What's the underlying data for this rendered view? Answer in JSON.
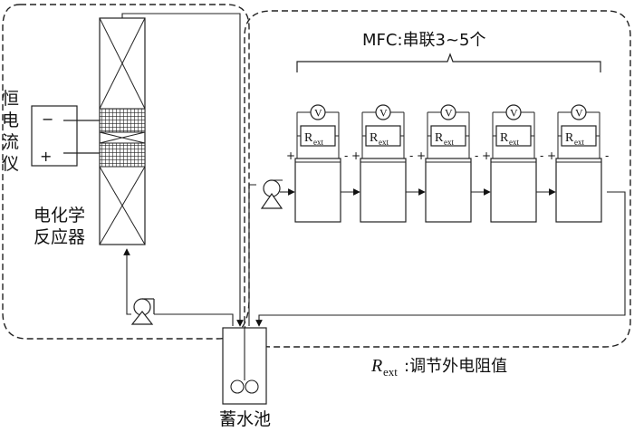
{
  "labels": {
    "power_supply": [
      "恒",
      "电",
      "流",
      "仪"
    ],
    "minus": "−",
    "plus": "+",
    "reactor_line1": "电化学",
    "reactor_line2": "反应器",
    "mfc_title": "MFC:串联3~5个",
    "resistor": "R",
    "resistor_sub": "ext",
    "voltmeter": "V",
    "rext_note_main": "R",
    "rext_note_sub": "ext",
    "rext_note_text": ":调节外电阻值",
    "reservoir": "蓄水池",
    "plus_sign": "+",
    "minus_sign": "-"
  },
  "mfc_count": 5
}
